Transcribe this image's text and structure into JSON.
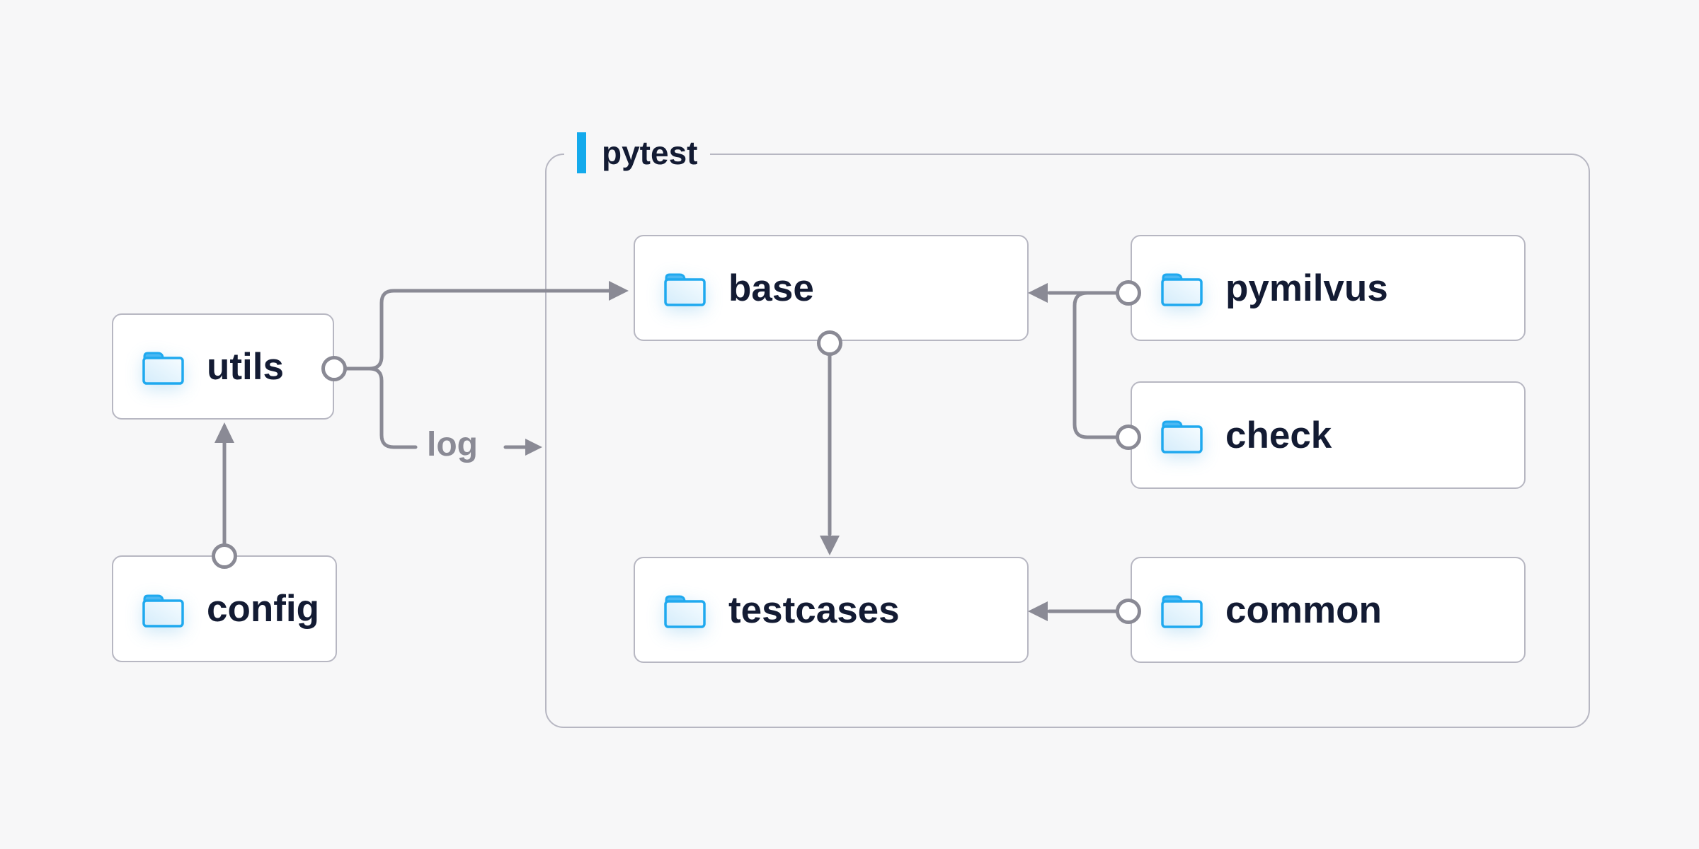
{
  "group": {
    "label": "pytest"
  },
  "nodes": [
    {
      "id": "utils",
      "label": "utils"
    },
    {
      "id": "config",
      "label": "config"
    },
    {
      "id": "base",
      "label": "base"
    },
    {
      "id": "pymilvus",
      "label": "pymilvus"
    },
    {
      "id": "check",
      "label": "check"
    },
    {
      "id": "testcases",
      "label": "testcases"
    },
    {
      "id": "common",
      "label": "common"
    }
  ],
  "edges": [
    {
      "from": "config",
      "to": "utils"
    },
    {
      "from": "utils",
      "to": "base"
    },
    {
      "from": "utils",
      "to": "pytest-group",
      "label": "log"
    },
    {
      "from": "pymilvus",
      "to": "base"
    },
    {
      "from": "check",
      "to": "base"
    },
    {
      "from": "base",
      "to": "testcases"
    },
    {
      "from": "common",
      "to": "testcases"
    }
  ],
  "edge_labels": {
    "log": "log"
  },
  "colors": {
    "background": "#f7f7f8",
    "node_background": "#ffffff",
    "border": "#b7b7c2",
    "connector": "#8a8a95",
    "accent_blue": "#14aaec",
    "text": "#131b33",
    "folder_stroke": "#1fa9ef",
    "folder_tab": "#4bb8f3"
  }
}
